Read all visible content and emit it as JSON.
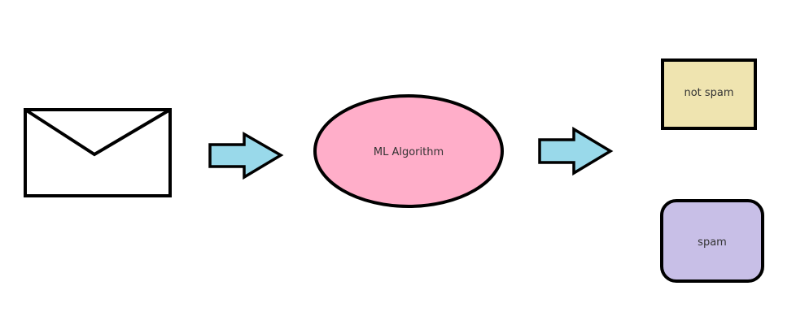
{
  "diagram": {
    "input": {
      "icon": "envelope-icon"
    },
    "process": {
      "label": "ML Algorithm",
      "color": "#ffaec9"
    },
    "outputs": [
      {
        "label": "not spam",
        "color": "#efe4b0"
      },
      {
        "label": "spam",
        "color": "#c8bfe7"
      }
    ],
    "arrow_color": "#99d9ea"
  }
}
